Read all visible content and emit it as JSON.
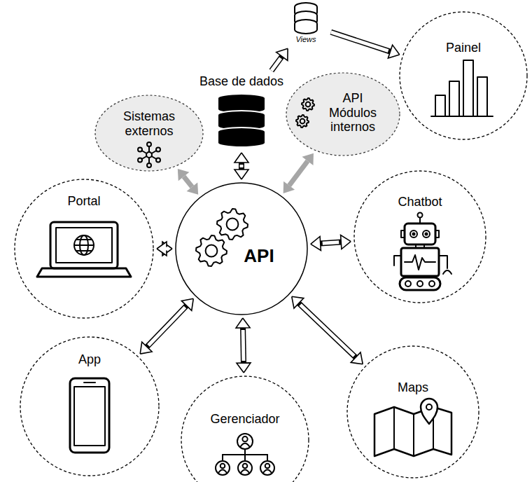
{
  "diagram": {
    "nodes": [
      {
        "text": [
          "Views"
        ]
      },
      {
        "text": [
          "Base de dados"
        ]
      },
      {
        "text": [
          "Painel"
        ]
      },
      {
        "text": [
          "Sistemas externos"
        ]
      },
      {
        "text": [
          "API Módulos internos"
        ]
      },
      {
        "text": [
          "Portal"
        ]
      },
      {
        "text": [
          "API"
        ]
      },
      {
        "text": [
          "Chatbot"
        ]
      },
      {
        "text": [
          "App"
        ]
      },
      {
        "text": [
          "Gerenciador"
        ]
      },
      {
        "text": [
          "Maps"
        ]
      }
    ],
    "edges": [
      {
        "from": 1,
        "to": 0,
        "arrow": "to"
      },
      {
        "from": 0,
        "to": 2,
        "arrow": "to"
      },
      {
        "from": 6,
        "to": 1,
        "arrow": "both"
      },
      {
        "from": 6,
        "to": 3,
        "arrow": "both"
      },
      {
        "from": 6,
        "to": 4,
        "arrow": "both"
      },
      {
        "from": 6,
        "to": 5,
        "arrow": "both"
      },
      {
        "from": 6,
        "to": 7,
        "arrow": "both"
      },
      {
        "from": 6,
        "to": 8,
        "arrow": "both"
      },
      {
        "from": 6,
        "to": 9,
        "arrow": "both"
      },
      {
        "from": 6,
        "to": 10,
        "arrow": "both"
      }
    ]
  }
}
